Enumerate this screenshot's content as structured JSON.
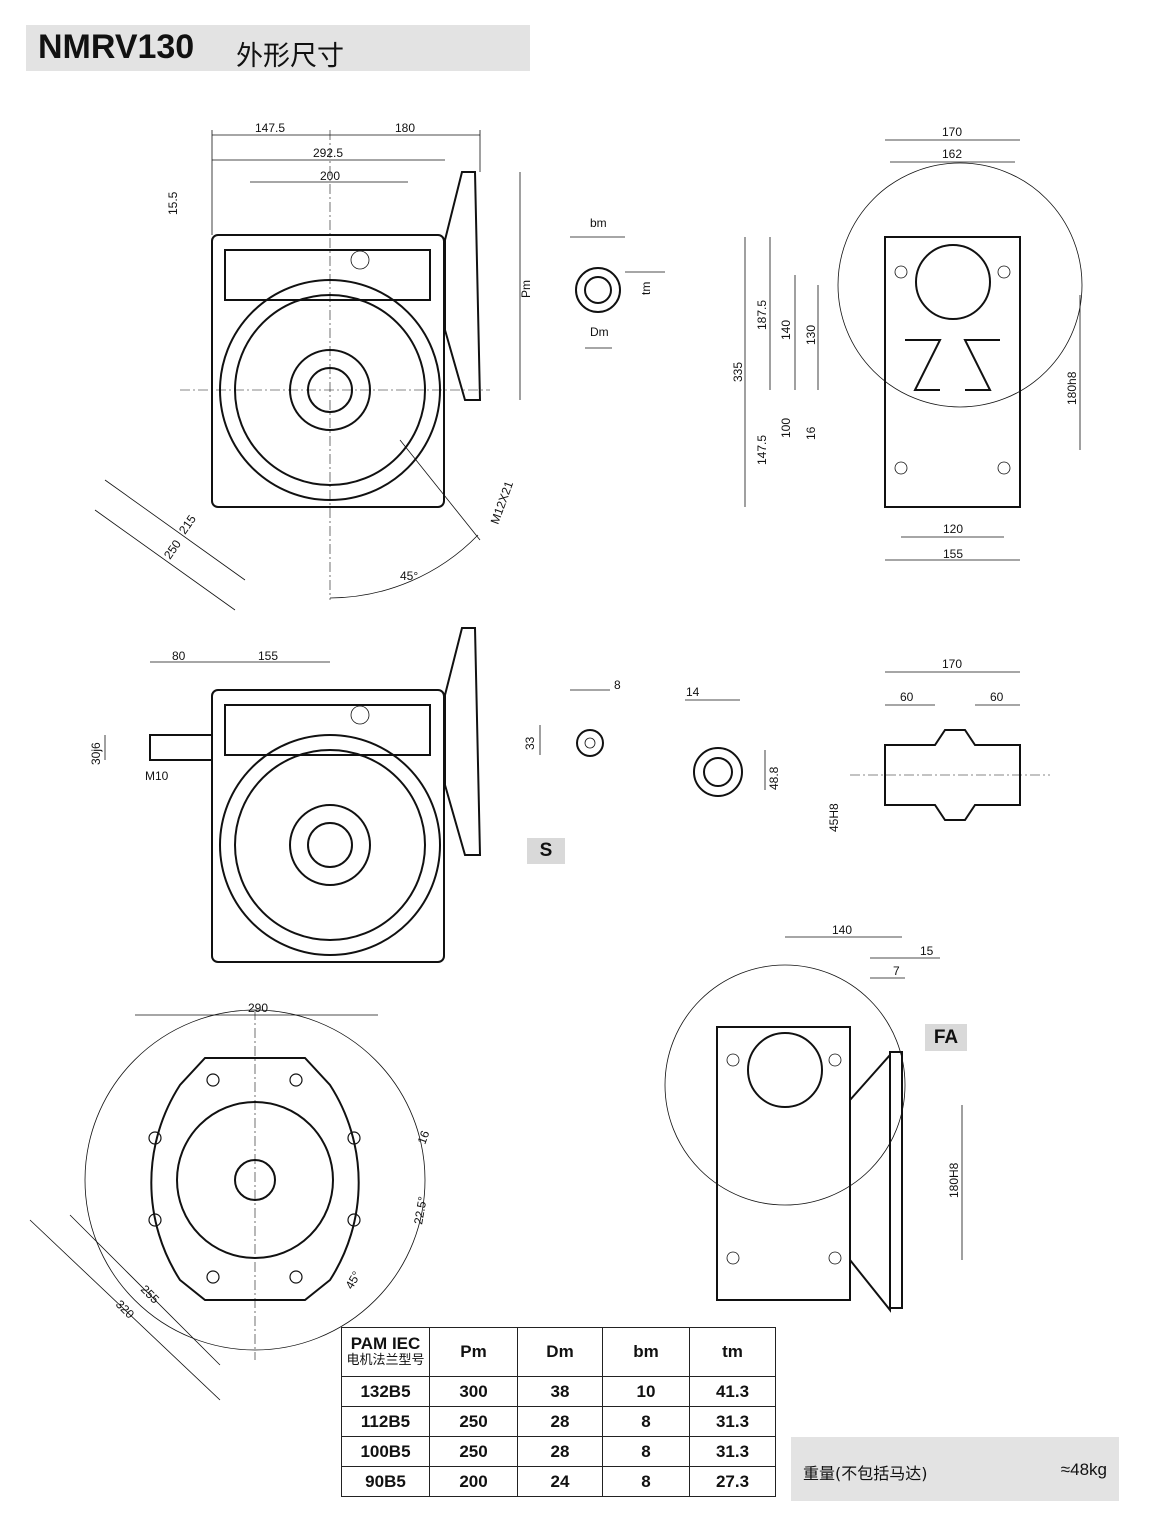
{
  "title": {
    "model": "NMRV130",
    "subtitle": "外形尺寸"
  },
  "front_view": {
    "d1": "147.5",
    "d2": "180",
    "d3": "292.5",
    "d4": "200",
    "d5": "15.5",
    "pm": "Pm",
    "d6": "215",
    "d7": "250",
    "thread": "M12X21",
    "angle": "45°"
  },
  "shaft_detail": {
    "bm": "bm",
    "tm": "tm",
    "dm": "Dm"
  },
  "side_view": {
    "w1": "170",
    "w2": "162",
    "h1": "187.5",
    "h2": "140",
    "h3": "130",
    "h4": "335",
    "h5": "100",
    "h6": "16",
    "h7": "147.5",
    "h8": "180h8",
    "b1": "120",
    "b2": "155"
  },
  "input_view": {
    "d1": "80",
    "d2": "155",
    "shaft": "30j6",
    "thread": "M10"
  },
  "input_shaft_detail": {
    "key": "8",
    "height": "33"
  },
  "output_bore_detail": {
    "key": "14",
    "height": "48.8"
  },
  "hollow_section": {
    "w": "170",
    "l": "60",
    "r": "60",
    "bore": "45H8"
  },
  "badges": {
    "s": "S",
    "fa": "FA"
  },
  "flange_view": {
    "w": "290",
    "hole": "16",
    "angle1": "22.5°",
    "d1": "255",
    "d2": "320",
    "angle2": "45°"
  },
  "fa_view": {
    "d1": "140",
    "d2": "15",
    "d3": "7",
    "spigot": "180H8"
  },
  "table": {
    "headers": {
      "pam": "PAM IEC",
      "pam_cn": "电机法兰型号",
      "pm": "Pm",
      "dm": "Dm",
      "bm": "bm",
      "tm": "tm"
    },
    "rows": [
      {
        "pam": "132B5",
        "pm": "300",
        "dm": "38",
        "bm": "10",
        "tm": "41.3"
      },
      {
        "pam": "112B5",
        "pm": "250",
        "dm": "28",
        "bm": "8",
        "tm": "31.3"
      },
      {
        "pam": "100B5",
        "pm": "250",
        "dm": "28",
        "bm": "8",
        "tm": "31.3"
      },
      {
        "pam": "90B5",
        "pm": "200",
        "dm": "24",
        "bm": "8",
        "tm": "27.3"
      }
    ]
  },
  "weight": {
    "label": "重量(不包括马达)",
    "value": "≈48kg"
  }
}
